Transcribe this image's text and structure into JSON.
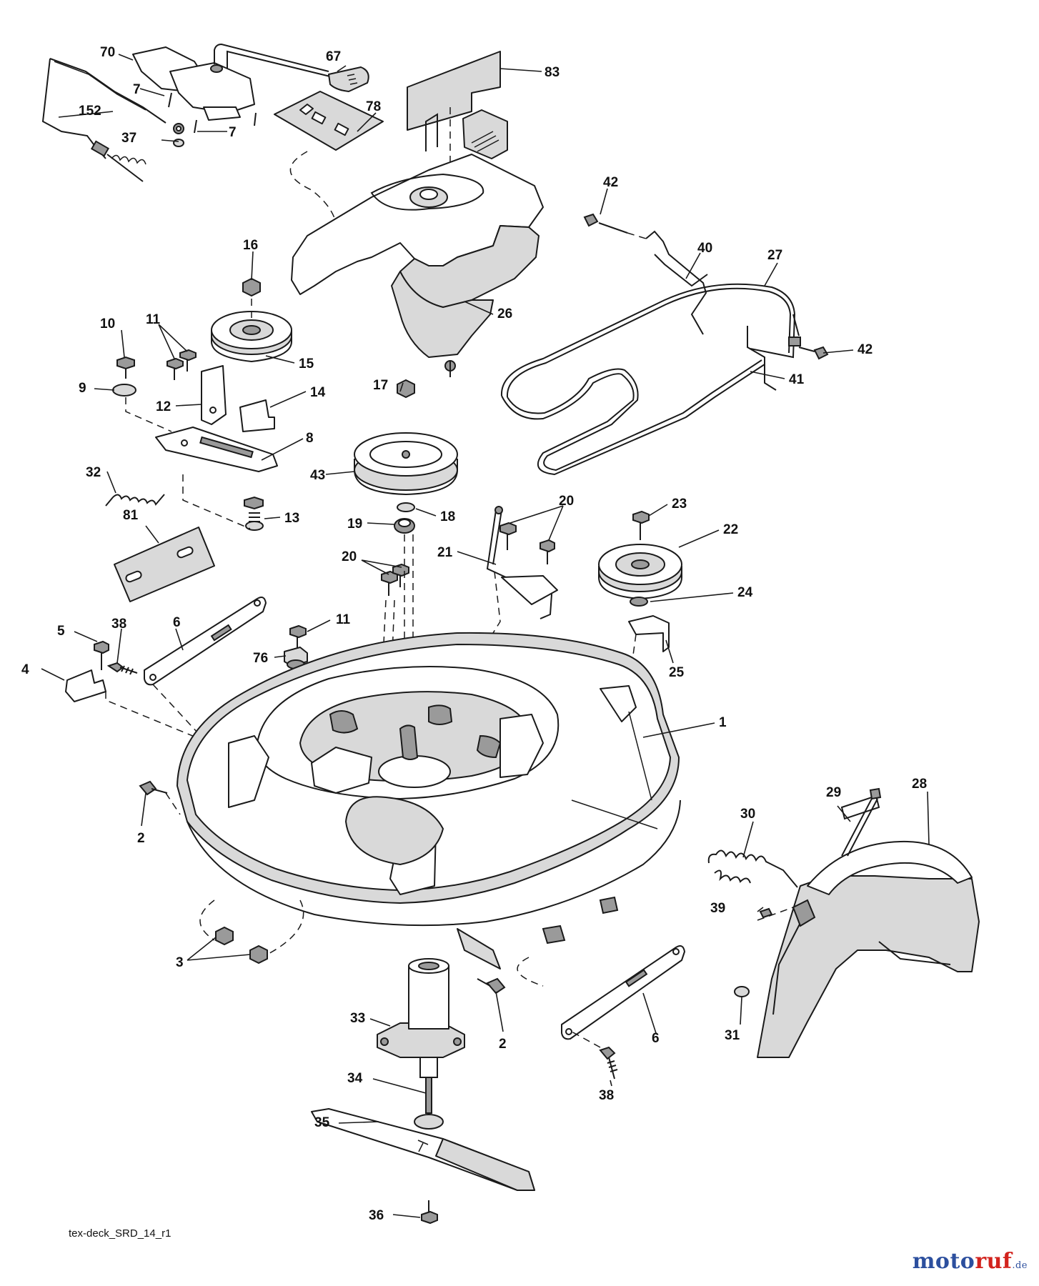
{
  "diagram": {
    "callouts": [
      {
        "id": "c70",
        "text": "70"
      },
      {
        "id": "c67",
        "text": "67"
      },
      {
        "id": "c83",
        "text": "83"
      },
      {
        "id": "c7a",
        "text": "7"
      },
      {
        "id": "c152",
        "text": "152"
      },
      {
        "id": "c7b",
        "text": "7"
      },
      {
        "id": "c78",
        "text": "78"
      },
      {
        "id": "c37",
        "text": "37"
      },
      {
        "id": "c42a",
        "text": "42"
      },
      {
        "id": "c16",
        "text": "16"
      },
      {
        "id": "c40",
        "text": "40"
      },
      {
        "id": "c27",
        "text": "27"
      },
      {
        "id": "c10",
        "text": "10"
      },
      {
        "id": "c11a",
        "text": "11"
      },
      {
        "id": "c26",
        "text": "26"
      },
      {
        "id": "c42b",
        "text": "42"
      },
      {
        "id": "c15",
        "text": "15"
      },
      {
        "id": "c41",
        "text": "41"
      },
      {
        "id": "c9",
        "text": "9"
      },
      {
        "id": "c17",
        "text": "17"
      },
      {
        "id": "c14",
        "text": "14"
      },
      {
        "id": "c12",
        "text": "12"
      },
      {
        "id": "c8",
        "text": "8"
      },
      {
        "id": "c43",
        "text": "43"
      },
      {
        "id": "c32",
        "text": "32"
      },
      {
        "id": "c20a",
        "text": "20"
      },
      {
        "id": "c23",
        "text": "23"
      },
      {
        "id": "c13",
        "text": "13"
      },
      {
        "id": "c18",
        "text": "18"
      },
      {
        "id": "c19",
        "text": "19"
      },
      {
        "id": "c81",
        "text": "81"
      },
      {
        "id": "c22",
        "text": "22"
      },
      {
        "id": "c21",
        "text": "21"
      },
      {
        "id": "c20b",
        "text": "20"
      },
      {
        "id": "c24",
        "text": "24"
      },
      {
        "id": "c11b",
        "text": "11"
      },
      {
        "id": "c5",
        "text": "5"
      },
      {
        "id": "c38a",
        "text": "38"
      },
      {
        "id": "c6a",
        "text": "6"
      },
      {
        "id": "c76",
        "text": "76"
      },
      {
        "id": "c4",
        "text": "4"
      },
      {
        "id": "c25",
        "text": "25"
      },
      {
        "id": "c1",
        "text": "1"
      },
      {
        "id": "c29",
        "text": "29"
      },
      {
        "id": "c28",
        "text": "28"
      },
      {
        "id": "c30",
        "text": "30"
      },
      {
        "id": "c2a",
        "text": "2"
      },
      {
        "id": "c39",
        "text": "39"
      },
      {
        "id": "c3",
        "text": "3"
      },
      {
        "id": "c33",
        "text": "33"
      },
      {
        "id": "c2b",
        "text": "2"
      },
      {
        "id": "c6b",
        "text": "6"
      },
      {
        "id": "c31",
        "text": "31"
      },
      {
        "id": "c38b",
        "text": "38"
      },
      {
        "id": "c34",
        "text": "34"
      },
      {
        "id": "c35",
        "text": "35"
      },
      {
        "id": "c36",
        "text": "36"
      }
    ],
    "footer_code": "tex-deck_SRD_14_r1",
    "watermark": {
      "part_a": "moto",
      "part_b": "ruf",
      "suffix": ".de"
    }
  }
}
